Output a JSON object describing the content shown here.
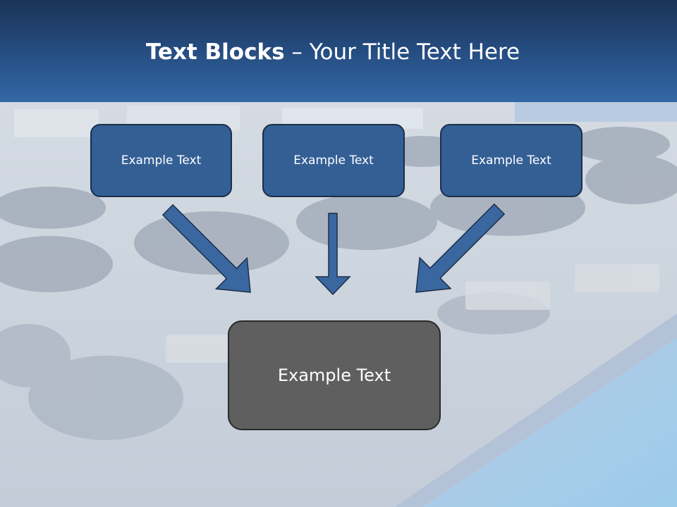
{
  "title": {
    "bold": "Text Blocks",
    "dash": " – ",
    "rest": "Your Title Text Here"
  },
  "blocks": [
    {
      "text": "Example Text"
    },
    {
      "text": "Example Text"
    },
    {
      "text": "Example Text"
    }
  ],
  "result_block": {
    "text": "Example Text"
  },
  "colors": {
    "header_top": "#1b3356",
    "header_bottom": "#3368a6",
    "block_fill": "#335f95",
    "result_fill": "#5f5f5f",
    "arrow_fill": "#3a67a0"
  }
}
